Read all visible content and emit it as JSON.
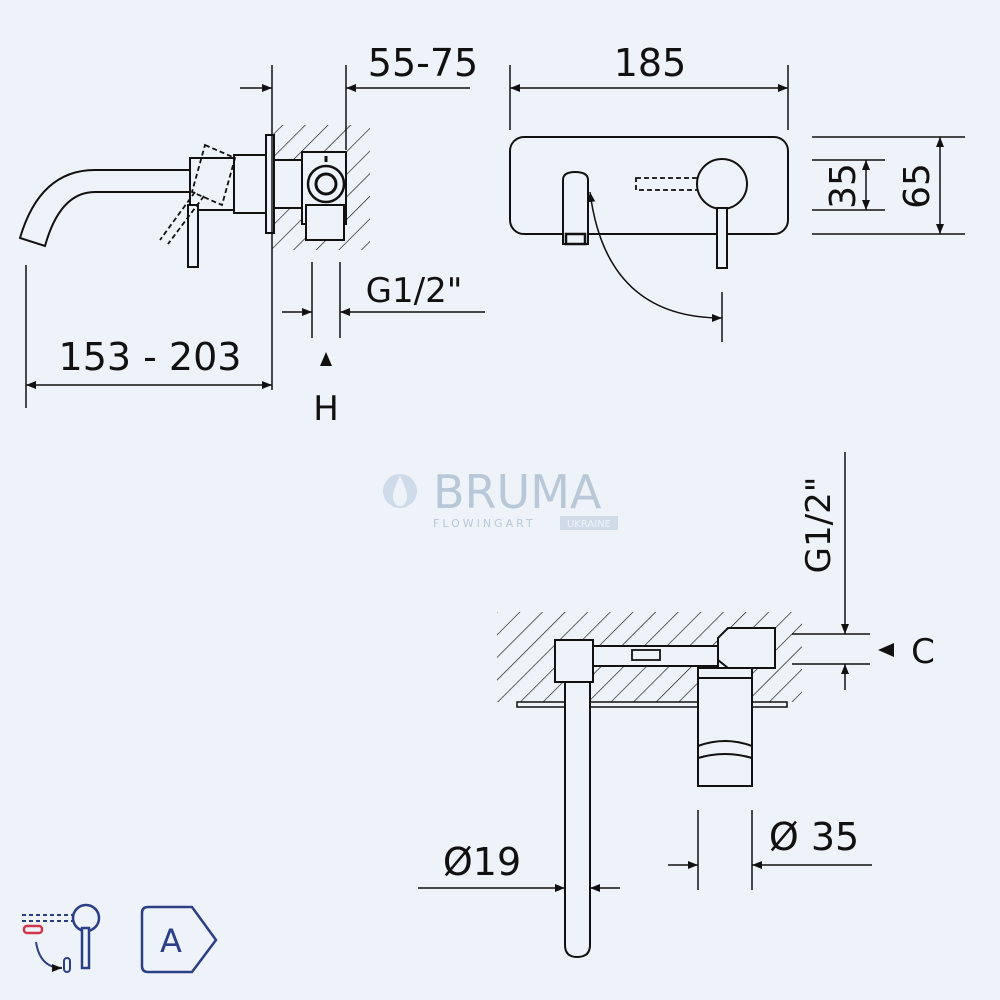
{
  "dimensions": {
    "wall_depth": "55-75",
    "plate_width": "185",
    "spout_length": "153 - 203",
    "inlet_side": "G1/2\"",
    "h_label": "H",
    "height_small": "35",
    "height_large": "65",
    "inlet_bottom": "G1/2\"",
    "c_label": "C",
    "spout_diameter": "Ø19",
    "handle_diameter": "Ø 35"
  },
  "brand": {
    "name": "BRUMA",
    "tagline": "FLOWINGART",
    "region": "UKRAINE"
  },
  "badges": {
    "class_letter": "A"
  },
  "colors": {
    "line": "#111111",
    "background": "#eef3f9",
    "badge_blue": "#2a3f86",
    "badge_red": "#d2344a",
    "watermark": "#b9c8d8"
  }
}
